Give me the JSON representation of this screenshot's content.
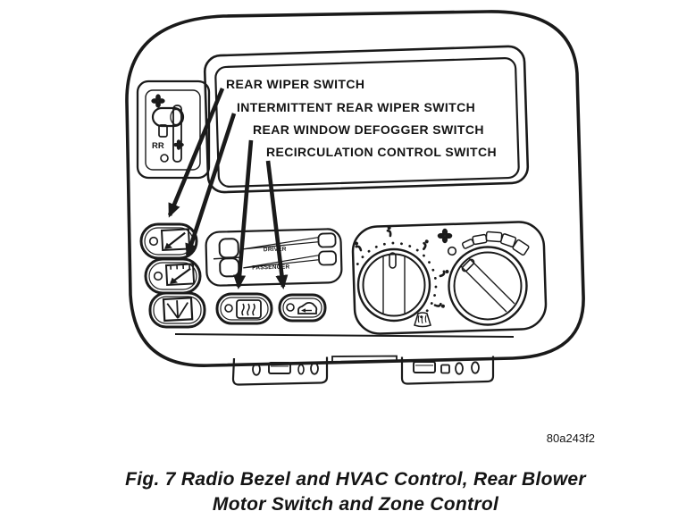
{
  "figure": {
    "id_code": "80a243f2",
    "caption_line1": "Fig. 7 Radio Bezel and HVAC Control, Rear Blower",
    "caption_line2": "Motor Switch and Zone Control"
  },
  "callouts": [
    {
      "label": "REAR WIPER SWITCH"
    },
    {
      "label": "INTERMITTENT REAR WIPER SWITCH"
    },
    {
      "label": "REAR WINDOW DEFOGGER SWITCH"
    },
    {
      "label": "RECIRCULATION CONTROL SWITCH"
    }
  ],
  "controls": {
    "rear_blower_switch_label": "RR",
    "zone_control": {
      "driver_label": "DRIVER",
      "passenger_label": "PASSENGER"
    }
  },
  "colors": {
    "ink": "#1a1a1a",
    "paper": "#ffffff"
  }
}
